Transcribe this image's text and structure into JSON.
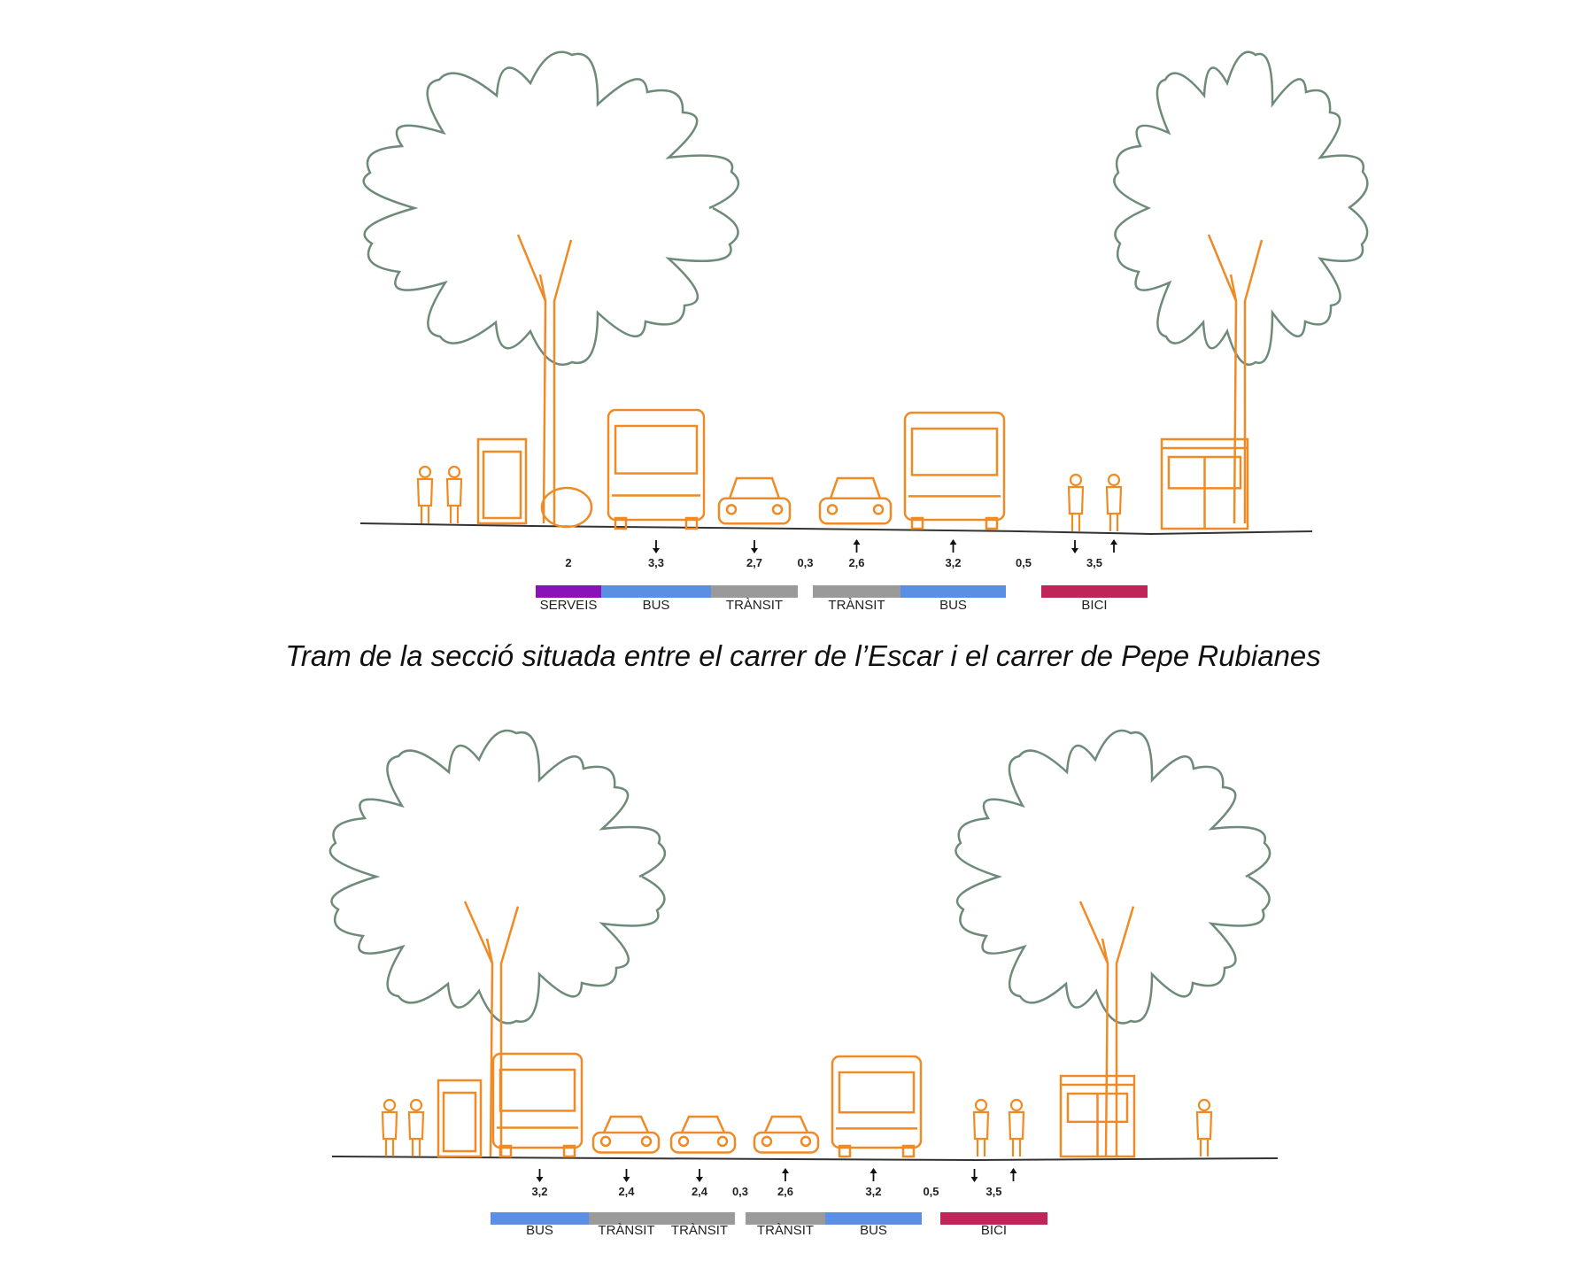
{
  "caption": "Tram de la secció situada entre el carrer de l’Escar i el carrer de Pepe Rubianes",
  "colors": {
    "serveis": "#8a12b8",
    "bus": "#5b8fe6",
    "transit": "#9a9a9a",
    "bici": "#c0255a",
    "drawing": "#f08a24",
    "tree": "#6e8a78"
  },
  "sections": [
    {
      "lanes": [
        {
          "width_label": "2",
          "label": "SERVEIS",
          "type": "serveis",
          "arrow": ""
        },
        {
          "width_label": "3,3",
          "label": "BUS",
          "type": "bus",
          "arrow": "down"
        },
        {
          "width_label": "2,7",
          "label": "TRÀNSIT",
          "type": "transit",
          "arrow": "down"
        },
        {
          "width_label": "0,3",
          "label": "",
          "type": "gap",
          "arrow": ""
        },
        {
          "width_label": "2,6",
          "label": "TRÀNSIT",
          "type": "transit",
          "arrow": "up"
        },
        {
          "width_label": "3,2",
          "label": "BUS",
          "type": "bus",
          "arrow": "up"
        },
        {
          "width_label": "0,5",
          "label": "",
          "type": "gap",
          "arrow": ""
        },
        {
          "width_label": "3,5",
          "label": "BICI",
          "type": "bici",
          "arrow": "both"
        }
      ]
    },
    {
      "lanes": [
        {
          "width_label": "3,2",
          "label": "BUS",
          "type": "bus",
          "arrow": "down"
        },
        {
          "width_label": "2,4",
          "label": "TRÀNSIT",
          "type": "transit",
          "arrow": "down"
        },
        {
          "width_label": "2,4",
          "label": "TRÀNSIT",
          "type": "transit",
          "arrow": "down"
        },
        {
          "width_label": "0,3",
          "label": "",
          "type": "gap",
          "arrow": ""
        },
        {
          "width_label": "2,6",
          "label": "TRÀNSIT",
          "type": "transit",
          "arrow": "up"
        },
        {
          "width_label": "3,2",
          "label": "BUS",
          "type": "bus",
          "arrow": "up"
        },
        {
          "width_label": "0,5",
          "label": "",
          "type": "gap",
          "arrow": ""
        },
        {
          "width_label": "3,5",
          "label": "BICI",
          "type": "bici",
          "arrow": "both"
        }
      ]
    }
  ]
}
